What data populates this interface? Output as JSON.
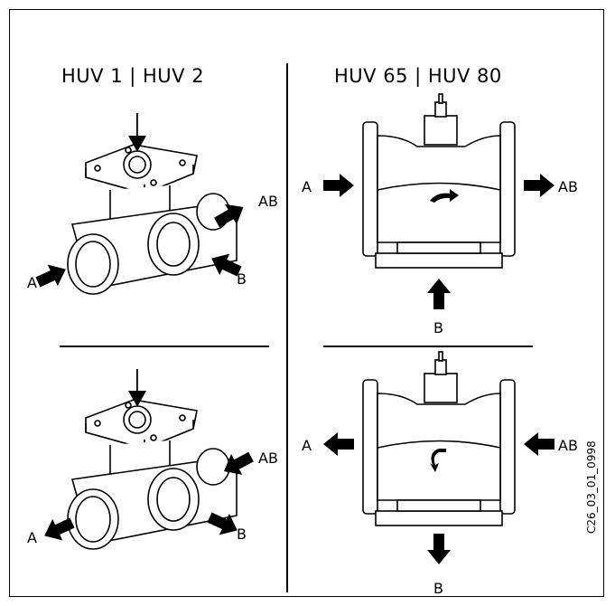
{
  "titles": {
    "left": "HUV 1 | HUV 2",
    "right": "HUV 65 | HUV 80"
  },
  "ports": {
    "a": "A",
    "b": "B",
    "ab": "AB"
  },
  "figure_code": "C26_03_01_0998"
}
